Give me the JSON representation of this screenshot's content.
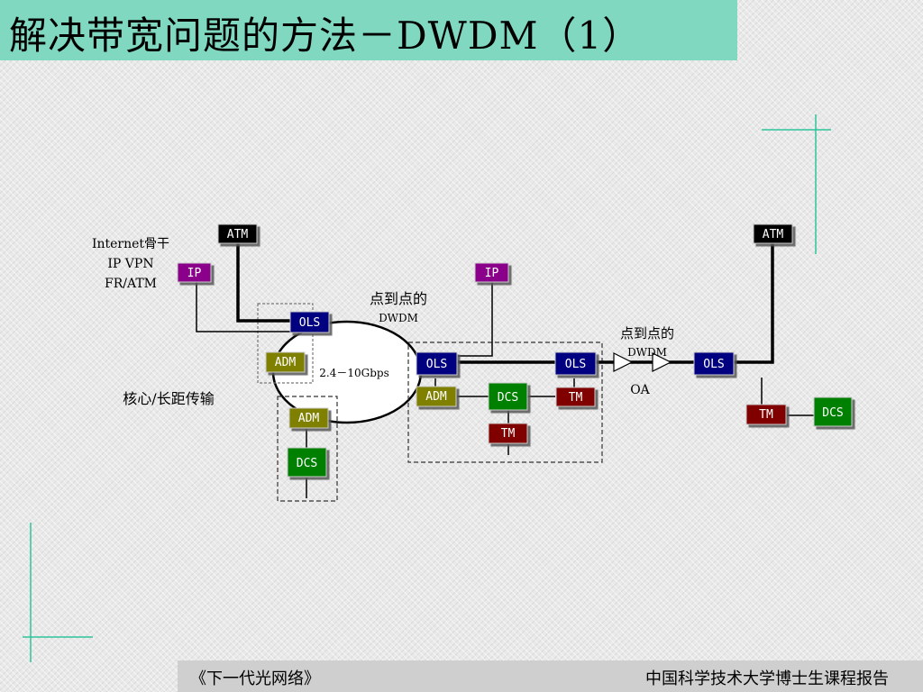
{
  "title": "解决带宽问题的方法－DWDM（1）",
  "colors": {
    "title_bg": "#7fd8bf",
    "accent_line": "#2ec49a",
    "ATM": "#000000",
    "IP": "#8b008b",
    "OLS": "#000080",
    "ADM": "#808000",
    "DCS": "#008000",
    "TM": "#800000"
  },
  "nodes": {
    "atm_left": "ATM",
    "atm_right": "ATM",
    "ip_left": "IP",
    "ip_mid": "IP",
    "ols_ring": "OLS",
    "adm_ring": "ADM",
    "adm_lower": "ADM",
    "dcs_lower": "DCS",
    "ols_mid1": "OLS",
    "ols_mid2": "OLS",
    "adm_mid": "ADM",
    "dcs_mid": "DCS",
    "tm_mid1": "TM",
    "tm_mid2": "TM",
    "ols_right": "OLS",
    "tm_right": "TM",
    "dcs_right": "DCS"
  },
  "labels": {
    "internet_1": "Internet骨干",
    "internet_2": "IP VPN",
    "internet_3": "FR/ATM",
    "p2p_1_a": "点到点的",
    "p2p_1_b": "DWDM",
    "p2p_2_a": "点到点的",
    "p2p_2_b": "DWDM",
    "ring_rate": "2.4－10Gbps",
    "core": "核心/长距传输",
    "oa": "OA"
  },
  "footer": {
    "left": "《下一代光网络》",
    "right": "中国科学技术大学博士生课程报告"
  }
}
